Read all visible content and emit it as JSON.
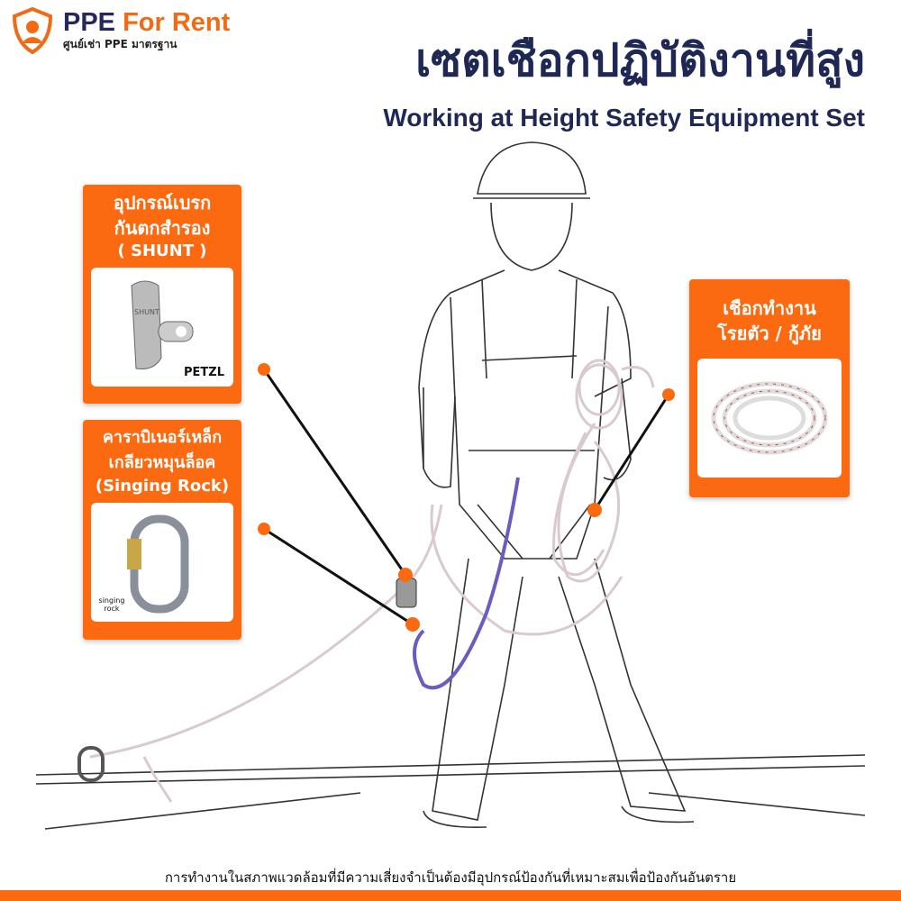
{
  "brand": {
    "name_part1": "PPE",
    "name_part2": "For Rent",
    "tagline": "ศูนย์เช่า PPE มาตรฐาน"
  },
  "title": {
    "thai": "เซตเชือกปฏิบัติงานที่สูง",
    "english": "Working at Height Safety Equipment Set"
  },
  "cards": [
    {
      "line1": "อุปกรณ์เบรก",
      "line2": "กันตกสำรอง",
      "line3": "( SHUNT )",
      "product_brand": "PETZL",
      "product_marking": "SHUNT"
    },
    {
      "line1": "คาราบิเนอร์เหล็ก",
      "line2": "เกลียวหมุนล็อค",
      "line3": "(Singing Rock)",
      "product_brand": "singing rock"
    },
    {
      "line1": "เชือกทำงาน",
      "line2": "โรยตัว / กู้ภัย"
    }
  ],
  "footer": "การทำงานในสภาพแวดล้อมที่มีความเสี่ยงจำเป็นต้องมีอุปกรณ์ป้องกันที่เหมาะสมเพื่อป้องกันอันตราย",
  "colors": {
    "accent": "#fb6a10",
    "navy": "#1f2754"
  }
}
